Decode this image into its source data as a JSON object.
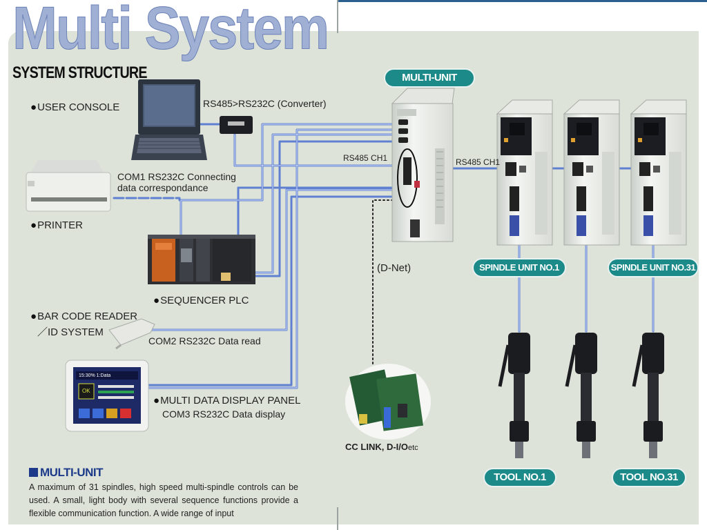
{
  "title": "Multi System",
  "subtitle": "SYSTEM STRUCTURE",
  "labels": {
    "user_console": "USER CONSOLE",
    "converter": "RS485>RS232C (Converter)",
    "com1": "COM1 RS232C Connecting",
    "com1_line2": "data correspondance",
    "printer": "PRINTER",
    "sequencer": "SEQUENCER PLC",
    "barcode": "BAR CODE READER",
    "barcode_line2": "／ID SYSTEM",
    "com2": "COM2 RS232C Data read",
    "display_panel": "MULTI DATA DISPLAY PANEL",
    "com3": "COM3 RS232C Data display",
    "rs485_left": "RS485 CH1",
    "rs485_right": "RS485 CH1",
    "dnet": "(D-Net)",
    "cclink": "CC LINK, D-I/O",
    "cclink_suffix": "etc"
  },
  "pills": {
    "multi_unit": "MULTI-UNIT",
    "spindle_1": "SPINDLE UNIT NO.1",
    "spindle_31": "SPINDLE UNIT NO.31",
    "tool_1": "TOOL NO.1",
    "tool_31": "TOOL NO.31"
  },
  "description": {
    "heading": "MULTI-UNIT",
    "text": "A maximum of 31 spindles, high speed multi-spindle controls can be used. A small, light body with several sequence functions provide a flexible communication function. A wide range of input"
  },
  "panel_screen": {
    "line1": "15:30% 1:Data",
    "line2": "OK"
  },
  "colors": {
    "accent_teal": "#1d8a8a",
    "title_blue": "#9fb0d4",
    "cable_blue": "#4a6fd0",
    "background": "#dde3d9"
  }
}
